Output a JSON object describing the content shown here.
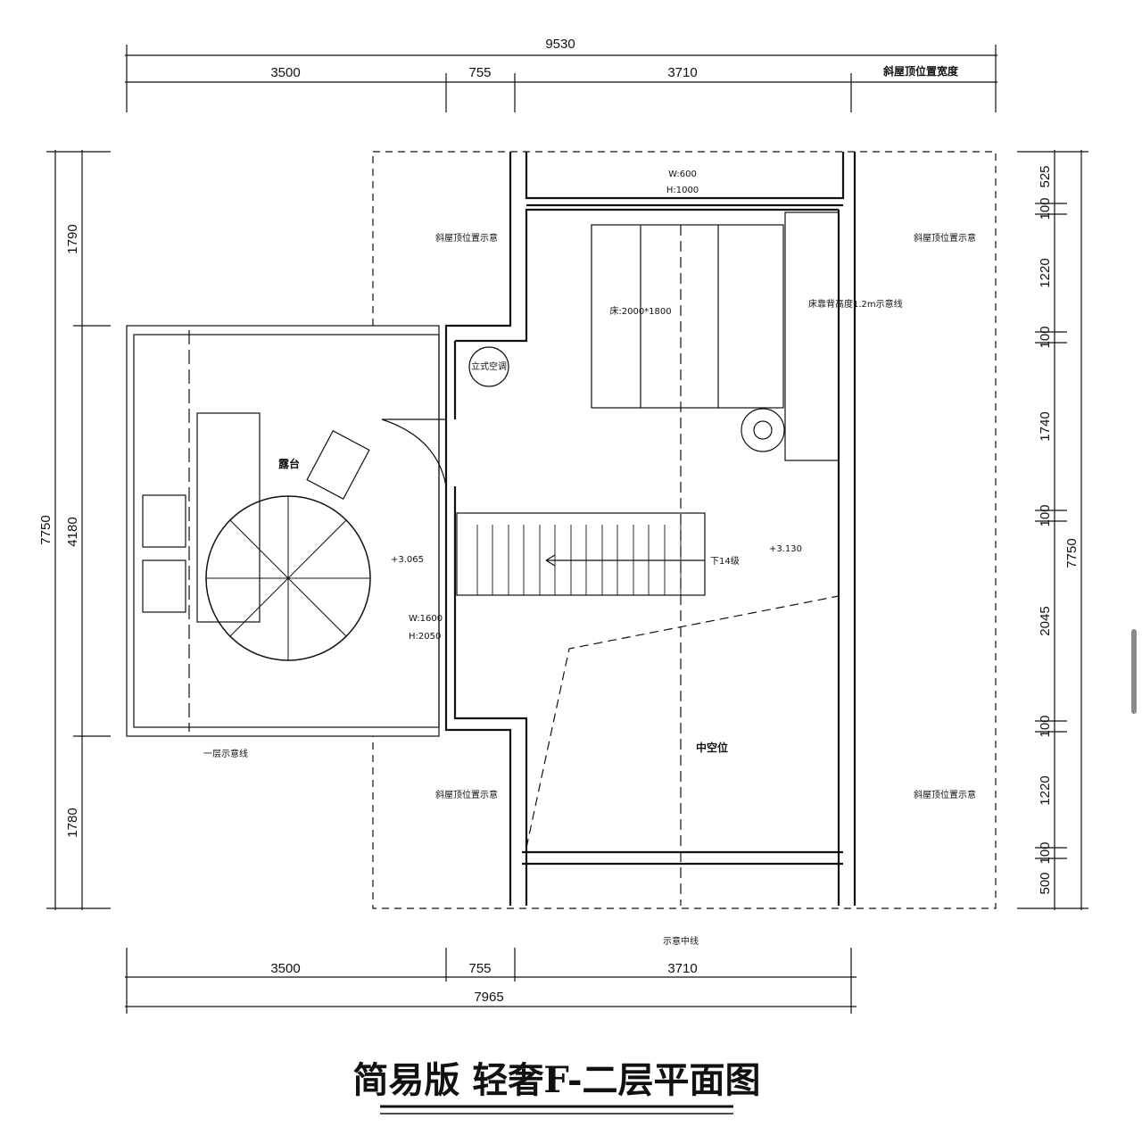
{
  "title": "简易版  轻奢F-二层平面图",
  "dimensions": {
    "top_total": "9530",
    "top_segments": [
      "3500",
      "755",
      "3710"
    ],
    "top_right_note": "斜屋顶位置宽度",
    "bottom_segments": [
      "3500",
      "755",
      "3710"
    ],
    "bottom_total": "7965",
    "left_total": "7750",
    "left_segments": [
      "1790",
      "4180",
      "1780"
    ],
    "right_total": "7750",
    "right_segments": [
      "525",
      "100",
      "1220",
      "100",
      "1740",
      "100",
      "2045",
      "100",
      "1220",
      "100",
      "500"
    ]
  },
  "labels": {
    "window": "W:600",
    "window_h": "H:1000",
    "bed": "床:2000*1800",
    "bed_note": "床靠背高度1.2m示意线",
    "aircon": "立式空调",
    "terrace": "露台",
    "door_w": "W:1600",
    "door_h": "H:2050",
    "level_terrace": "+3.065",
    "level_floor": "+3.130",
    "stairs": "下14级",
    "void": "中空位",
    "ground_line": "一层示意线",
    "roof_note": "斜屋顶位置示意",
    "center_line": "示意中线"
  }
}
